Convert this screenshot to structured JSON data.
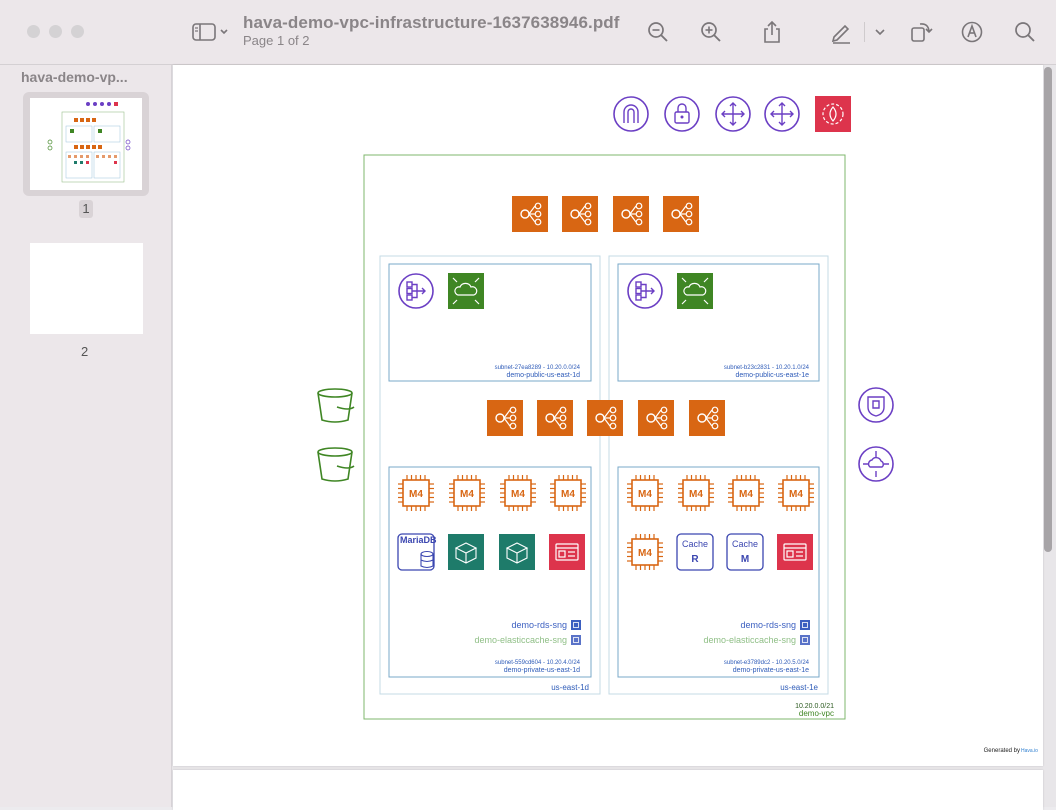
{
  "titlebar": {
    "title": "hava-demo-vpc-infrastructure-1637638946.pdf",
    "subtitle": "Page 1 of 2"
  },
  "toolbar": {
    "icons": [
      "sidebar-toggle-icon",
      "zoom-out-icon",
      "zoom-in-icon",
      "share-icon",
      "markup-pen-icon",
      "chevron-down-icon",
      "rotate-icon",
      "accessibility-a-icon",
      "search-icon"
    ]
  },
  "sidebar": {
    "title": "hava-demo-vp...",
    "pages": [
      {
        "label": "1"
      },
      {
        "label": "2"
      }
    ]
  },
  "diagram": {
    "vpc": {
      "cidr": "10.20.0.0/21",
      "name": "demo-vpc"
    },
    "azs": [
      {
        "name": "us-east-1d",
        "public_subnet": {
          "id": "subnet-27ea8289 - 10.20.0.0/24",
          "name": "demo-public-us-east-1d"
        },
        "private_subnet": {
          "id": "subnet-559cd604 - 10.20.4.0/24",
          "name": "demo-private-us-east-1d",
          "row1": [
            "M4",
            "M4",
            "M4",
            "M4"
          ],
          "db_label": "MariaDB",
          "sng": [
            "demo-rds-sng",
            "demo-elasticcache-sng"
          ]
        }
      },
      {
        "name": "us-east-1e",
        "public_subnet": {
          "id": "subnet-b23c2831 - 10.20.1.0/24",
          "name": "demo-public-us-east-1e"
        },
        "private_subnet": {
          "id": "subnet-e3789dc2 - 10.20.5.0/24",
          "name": "demo-private-us-east-1e",
          "row1": [
            "M4",
            "M4",
            "M4",
            "M4"
          ],
          "row2_ec2": "M4",
          "cache": [
            {
              "top": "Cache",
              "letter": "R"
            },
            {
              "top": "Cache",
              "letter": "M"
            }
          ],
          "sng": [
            "demo-rds-sng",
            "demo-elasticcache-sng"
          ]
        }
      }
    ],
    "footer_generated": "Generated by",
    "footer_brand": "Hava.io",
    "colors": {
      "orange": "#d86613",
      "green": "#3f8624",
      "purple": "#6b3fc4",
      "teal": "#1e7b6a",
      "red": "#dd344c",
      "vpcgreen": "#3f8624",
      "subnetblue": "#7aa9c9",
      "textblue": "#2e5bb8"
    }
  }
}
